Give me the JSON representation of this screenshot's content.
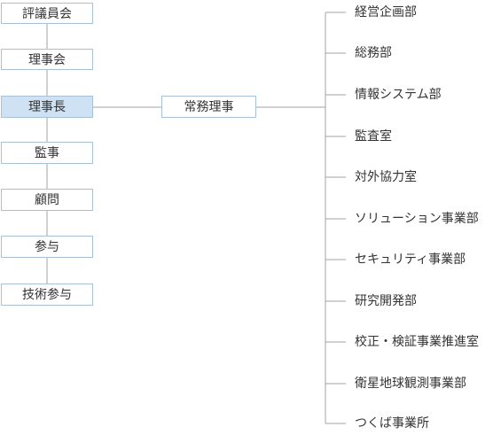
{
  "left_column": [
    {
      "label": "評議員会"
    },
    {
      "label": "理事会"
    },
    {
      "label": "理事長",
      "highlighted": true
    },
    {
      "label": "監事"
    },
    {
      "label": "顧問"
    },
    {
      "label": "参与"
    },
    {
      "label": "技術参与"
    }
  ],
  "executive": {
    "label": "常務理事"
  },
  "departments": [
    "経営企画部",
    "総務部",
    "情報システム部",
    "監査室",
    "対外協力室",
    "ソリューション事業部",
    "セキュリティ事業部",
    "研究開発部",
    "校正・検証事業推進室",
    "衛星地球観測事業部",
    "つくば事業所"
  ],
  "colors": {
    "line": "#a3a3a3",
    "box_border": "#a9c1d6",
    "highlight_fill": "#cfe2f3",
    "text": "#333333"
  }
}
